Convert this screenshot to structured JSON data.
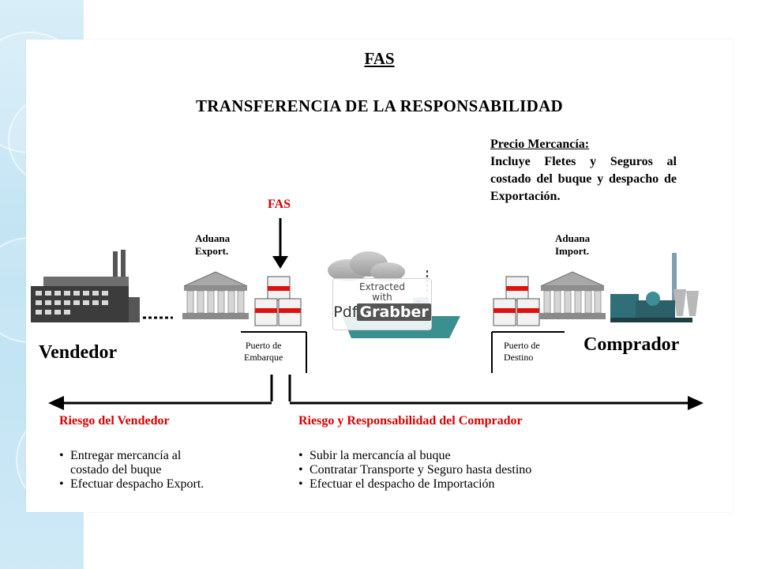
{
  "title": "FAS",
  "subtitle": "TRANSFERENCIA DE LA RESPONSABILIDAD",
  "price": {
    "heading": "Precio Mercancía:",
    "body": "Incluye Fletes y Seguros al costado del buque y despacho de Exportación."
  },
  "fas_marker": "FAS",
  "nodes": {
    "seller": "Vendedor",
    "buyer": "Comprador",
    "customs_export": [
      "Aduana",
      "Export."
    ],
    "customs_import": [
      "Aduana",
      "Import."
    ],
    "port_origin": [
      "Puerto de",
      "Embarque"
    ],
    "port_destination": [
      "Puerto de",
      "Destino"
    ]
  },
  "risks": {
    "seller_heading": "Riesgo del Vendedor",
    "seller_items": [
      "Entregar mercancía al",
      "costado del buque",
      "Efectuar despacho Export."
    ],
    "buyer_heading": "Riesgo y Responsabilidad del Comprador",
    "buyer_items": [
      "Subir la mercancía al buque",
      "Contratar Transporte y Seguro hasta destino",
      "Efectuar el despacho de Importación"
    ]
  },
  "watermark": {
    "line1": "Extracted",
    "line2": "with",
    "logo_left": "Pdf",
    "logo_right": "Grabber"
  },
  "colors": {
    "risk_red": "#d80000",
    "ship_hull": "#3a8f8f",
    "background_band": "#bfe2f3"
  },
  "icons": [
    "factory-icon",
    "customs-building-icon",
    "cargo-crates-icon",
    "ship-icon",
    "industrial-plant-icon"
  ]
}
